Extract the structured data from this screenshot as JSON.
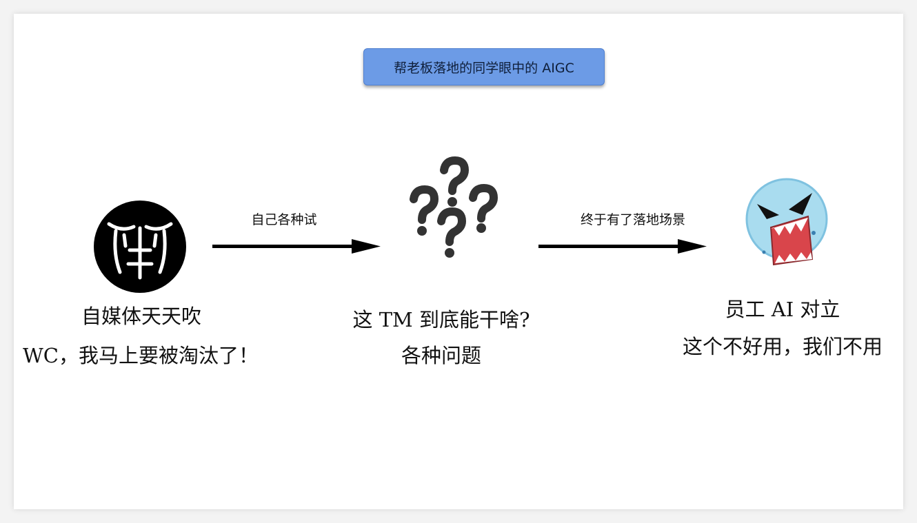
{
  "title": "帮老板落地的同学眼中的 AIGC",
  "nodes": [
    {
      "icon": "abs-muscle-icon",
      "line1": "自媒体天天吹",
      "line2": "WC，我马上要被淘汰了！"
    },
    {
      "icon": "question-marks-icon",
      "line1": "这 TM 到底能干啥?",
      "line2": "各种问题"
    },
    {
      "icon": "angry-face-icon",
      "line1": "员工 AI  对立",
      "line2": "这个不好用，我们不用"
    }
  ],
  "edges": [
    {
      "label": "自己各种试"
    },
    {
      "label": "终于有了落地场景"
    }
  ],
  "colors": {
    "title_bg": "#6c9be6",
    "angry_face": "#a9dcef",
    "angry_mouth": "#d9454b"
  }
}
